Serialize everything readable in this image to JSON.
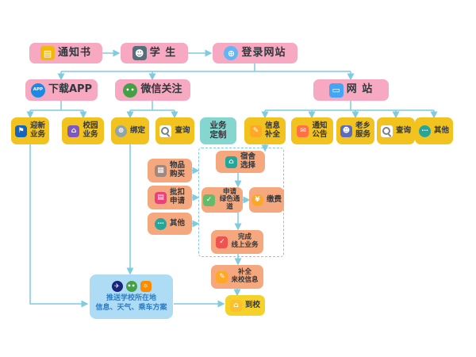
{
  "colors": {
    "node_pink": "#F7A9C1",
    "node_gold": "#F2C21E",
    "node_salmon": "#F5A87E",
    "node_teal": "#85D6CE",
    "push_box_blue": "#AFDCF5",
    "push_text_blue": "#2E7CC3",
    "connector": "#7FCBE0",
    "label_dark": "#33373d"
  },
  "flow": {
    "notice": {
      "label": "通知书",
      "glyph": "▤"
    },
    "student": {
      "label": "学 生",
      "glyph": "☻"
    },
    "login": {
      "label": "登录网站",
      "glyph": "⊕"
    },
    "download_app": {
      "label": "下载APP",
      "glyph": "APP"
    },
    "wechat_follow": {
      "label": "微信关注",
      "glyph": "••"
    },
    "website": {
      "label": "网 站",
      "glyph": "▭"
    },
    "welcome_service": {
      "label": "迎新\n业务",
      "glyph": "⚑"
    },
    "campus_service": {
      "label": "校园\n业务",
      "glyph": "⌂"
    },
    "bind": {
      "label": "绑定",
      "glyph": "⊕"
    },
    "query_wechat": {
      "label": "查询"
    },
    "business_custom": {
      "label": "业务\n定制"
    },
    "info_complete": {
      "label": "信息\n补全",
      "glyph": "✎"
    },
    "notice_announce": {
      "label": "通知\n公告",
      "glyph": "✉"
    },
    "fellow_service": {
      "label": "老乡\n服务",
      "glyph": "☻"
    },
    "query_web": {
      "label": "查询"
    },
    "other_web": {
      "label": "其他",
      "glyph": "⋯"
    },
    "goods_buy": {
      "label": "物品\n购买",
      "glyph": "▦"
    },
    "batch_deduct": {
      "label": "批扣\n申请",
      "glyph": "▤"
    },
    "other_custom": {
      "label": "其他",
      "glyph": "⋯"
    },
    "dorm_select": {
      "label": "宿舍\n选择",
      "glyph": "⌂"
    },
    "green_channel": {
      "label": "申请\n绿色通道",
      "glyph": "✓"
    },
    "pay": {
      "label": "缴费",
      "glyph": "¥"
    },
    "finish_online": {
      "label": "完成\n线上业务",
      "glyph": "✓"
    },
    "complete_info": {
      "label": "补全\n来校信息",
      "glyph": "✎"
    },
    "arrive": {
      "label": "到校",
      "glyph": "⌂"
    },
    "push_box": {
      "text": "推送学校所在地\n信息、天气、乘车方案",
      "icon1": "✈",
      "icon2": "••",
      "icon3": "☼"
    }
  }
}
